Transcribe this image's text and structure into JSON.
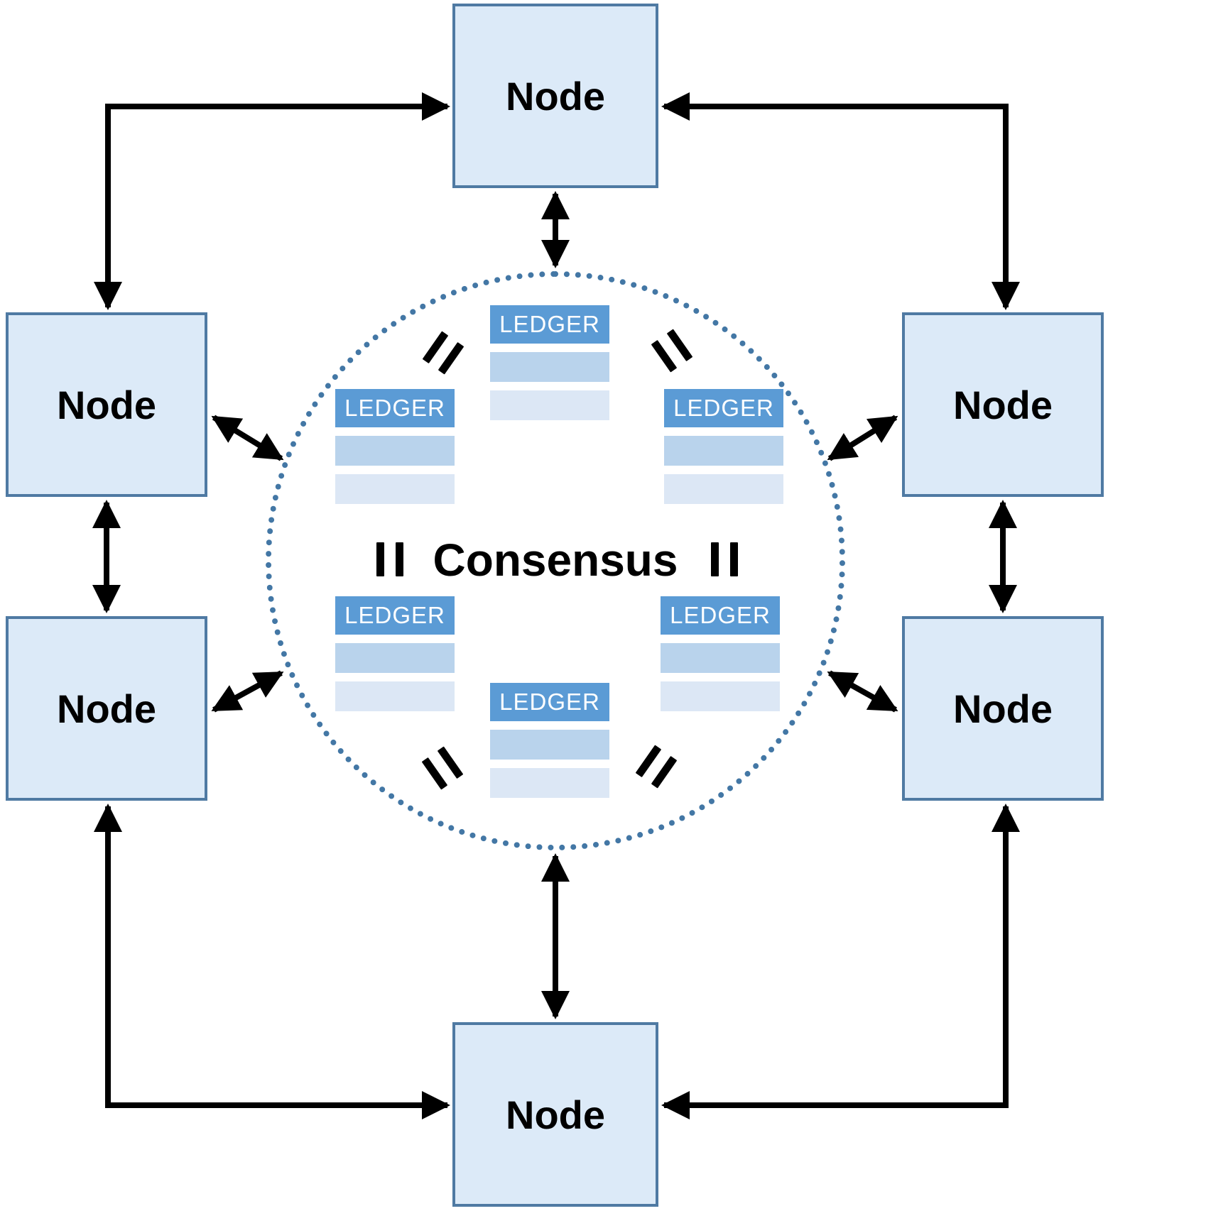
{
  "diagram": {
    "center_label": "Consensus",
    "nodes": [
      {
        "id": "top",
        "label": "Node"
      },
      {
        "id": "upper-left",
        "label": "Node"
      },
      {
        "id": "upper-right",
        "label": "Node"
      },
      {
        "id": "lower-left",
        "label": "Node"
      },
      {
        "id": "lower-right",
        "label": "Node"
      },
      {
        "id": "bottom",
        "label": "Node"
      }
    ],
    "ledgers": [
      {
        "id": "top",
        "label": "LEDGER"
      },
      {
        "id": "upper-left",
        "label": "LEDGER"
      },
      {
        "id": "upper-right",
        "label": "LEDGER"
      },
      {
        "id": "lower-left",
        "label": "LEDGER"
      },
      {
        "id": "lower-right",
        "label": "LEDGER"
      },
      {
        "id": "bottom",
        "label": "LEDGER"
      }
    ],
    "icons": {
      "equals": "="
    },
    "colors": {
      "node_fill": "#dceaf8",
      "node_border": "#4f7aa3",
      "circle_dotted": "#4377a5",
      "ledger_header": "#5b9bd5",
      "ledger_row_mid": "#b9d3ec",
      "ledger_row_light": "#dce7f5",
      "arrow": "#000000",
      "text": "#000000"
    }
  }
}
